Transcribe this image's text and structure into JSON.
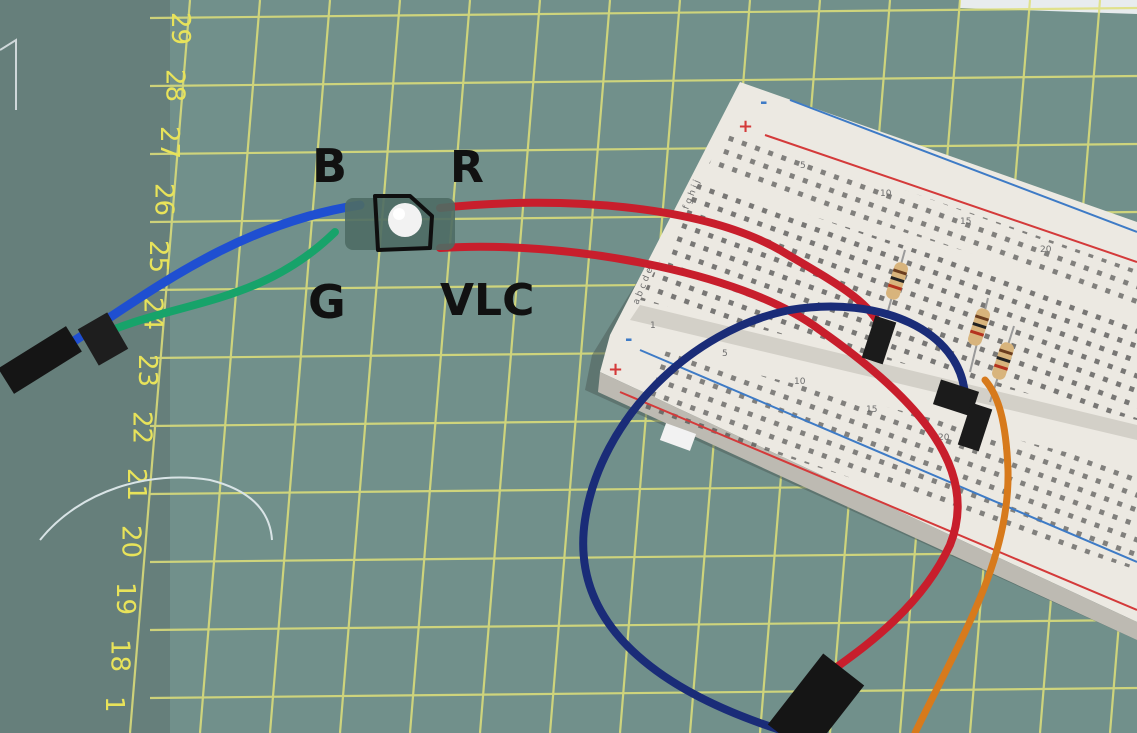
{
  "annotations": {
    "b": "B",
    "r": "R",
    "g": "G",
    "vcc": "VLC"
  },
  "ruler_numbers": [
    "29",
    "28",
    "27",
    "26",
    "25",
    "24",
    "23",
    "22",
    "21",
    "20",
    "19",
    "18",
    "1"
  ],
  "breadboard": {
    "column_numbers_top": [
      "5",
      "10",
      "15",
      "20"
    ],
    "column_numbers_bottom": [
      "1",
      "5",
      "10",
      "15",
      "20"
    ],
    "row_letters_top": "f g h i j",
    "row_letters_bottom": "a b c d e",
    "plus": "+",
    "minus": "-"
  },
  "colors": {
    "mat": "#6f8a86",
    "grid": "#dfe07a",
    "wire_blue": "#1f4fd1",
    "wire_green": "#17a36a",
    "wire_red": "#c81e2c",
    "wire_navy": "#1a2c78",
    "wire_orange": "#d77a1c",
    "breadboard": "#ece9e2"
  }
}
